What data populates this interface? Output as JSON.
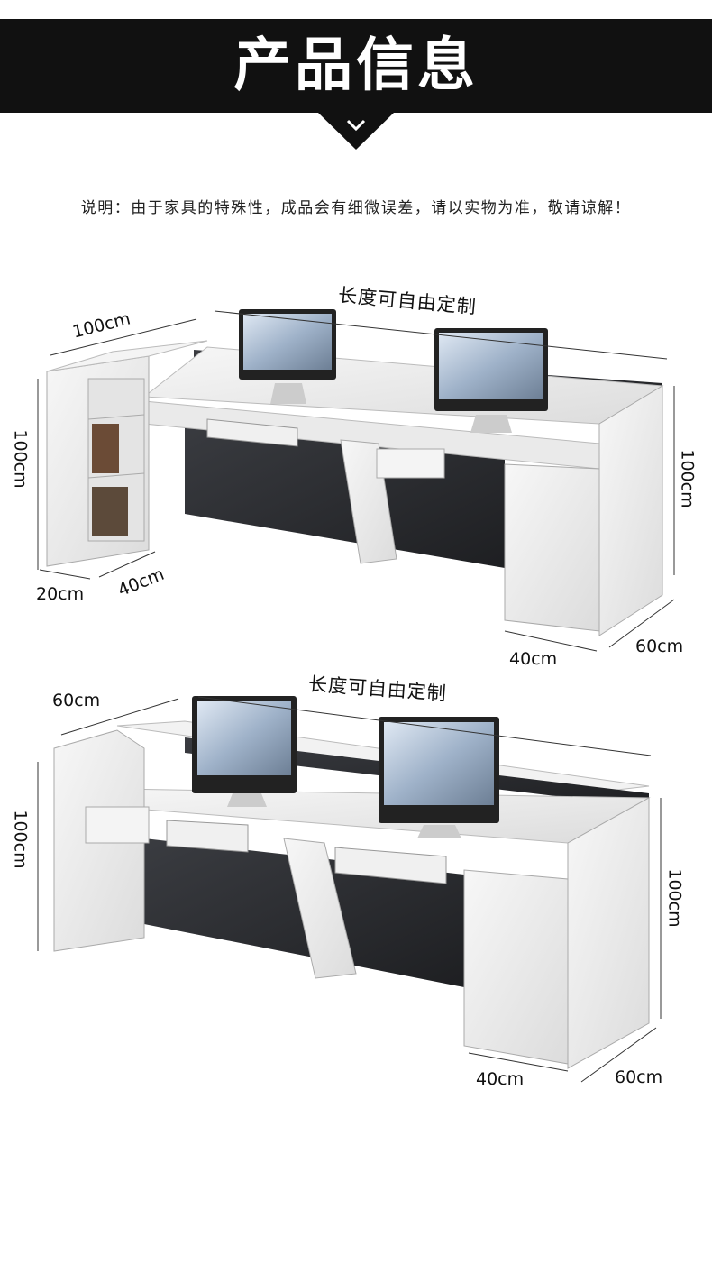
{
  "header": {
    "title": "产品信息"
  },
  "notice": "说明：由于家具的特殊性，成品会有细微误差，请以实物为准，敬请谅解！",
  "diagram1": {
    "length_label": "长度可自由定制",
    "top_left_width": "100cm",
    "left_height": "100cm",
    "right_height": "100cm",
    "shelf_width": "20cm",
    "shelf_depth": "40cm",
    "cabinet_width": "40cm",
    "desk_depth": "60cm"
  },
  "diagram2": {
    "length_label": "长度可自由定制",
    "top_left_depth": "60cm",
    "left_height": "100cm",
    "right_height": "100cm",
    "cabinet_width": "40cm",
    "desk_depth": "60cm"
  },
  "colors": {
    "header_bg": "#111111",
    "marble_white": "#f2f2f2",
    "marble_dark": "#2b2d31"
  }
}
